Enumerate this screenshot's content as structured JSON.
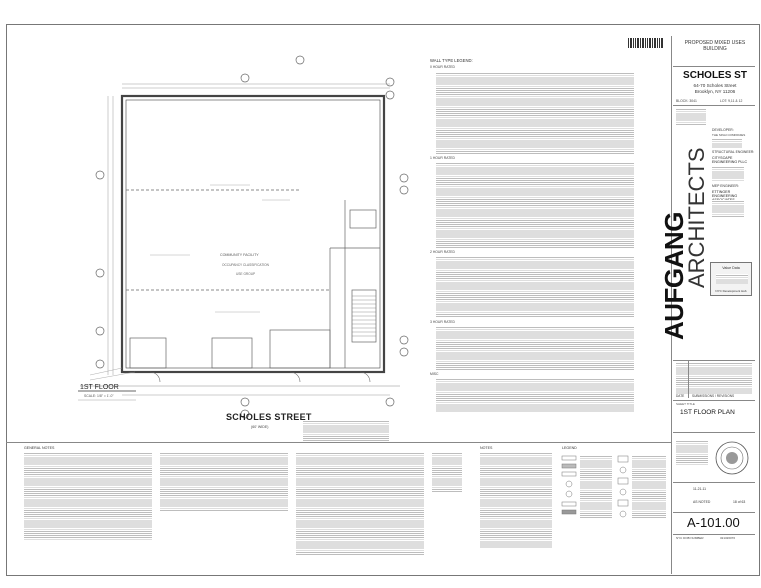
{
  "title_block": {
    "project_title": "PROPOSED MIXED USES BUILDING",
    "street_name": "SCHOLES ST",
    "address_line1": "64-70 Scholes Street",
    "address_line2": "Brooklyn, NY 11206",
    "block": "BLOCK: 3041",
    "lot": "LOT: 9,11 & 12",
    "developer_heading": "DEVELOPER:",
    "developer_name": "THE SINAI COMPANIES",
    "structural_heading": "STRUCTURAL ENGINEER:",
    "structural_name": "CITYSCAPE ENGINEERING PLLC",
    "mep_heading": "MEP ENGINEER:",
    "mep_name": "ETTINGER ENGINEERING ASSOCIATES",
    "firm_name_line1": "AUFGANG",
    "firm_name_line2": "ARCHITECTS",
    "badge_top": "Value Data",
    "badge_bottom": "NYC Development Hub",
    "sheet_title_label": "SHEET TITLE",
    "sheet_title": "1ST FLOOR PLAN",
    "drawing_no": "A-101.00",
    "date": "11-21-11",
    "sheet_count": "18 of 63",
    "scale_note": "AS NOTED",
    "dob_label": "NYC DOB NUMBER",
    "dob_number": "321326076",
    "issue_date_label": "DATE",
    "issue_label": "SUBMISSIONS / REVISIONS"
  },
  "plan": {
    "floor_label": "1ST FLOOR",
    "scale_label": "SCALE: 1/8\" = 1'-0\"",
    "street_label": "SCHOLES STREET",
    "street_width": "(60' WIDE)",
    "community_facility": "COMMUNITY FACILITY",
    "occupancy_group": "OCCUPANCY CLASSIFICATION",
    "use_group": "USE GROUP"
  },
  "notes": {
    "wall_type_legend": "WALL TYPE LEGEND:",
    "general_notes": "GENERAL NOTES",
    "legend": "LEGEND",
    "notes": "NOTES",
    "section_0hr": "0 HOUR RATED",
    "section_1hr": "1 HOUR RATED",
    "section_2hr": "2 HOUR RATED",
    "section_3hr": "3 HOUR RATED",
    "section_misc": "MISC"
  }
}
